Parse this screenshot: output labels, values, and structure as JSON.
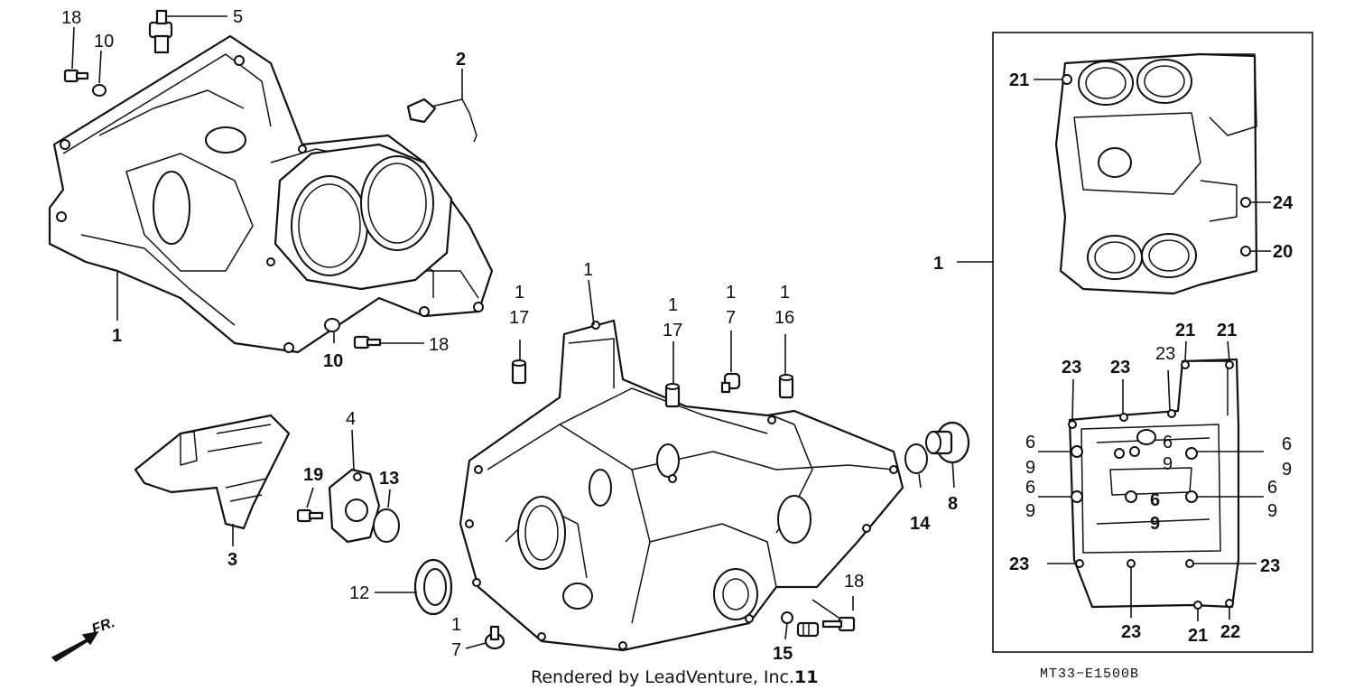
{
  "diagram": {
    "caption": "Rendered by LeadVenture, Inc.",
    "caption_suffix": "11",
    "code": "MT33−E1500B",
    "front_indicator": "FR.",
    "labels": {
      "upper_left": [
        "18",
        "10",
        "5",
        "2",
        "1",
        "10",
        "18"
      ],
      "parts_left": [
        "3",
        "19",
        "4",
        "13",
        "12",
        "1",
        "7"
      ],
      "lower_center": [
        "1",
        "1",
        "17",
        "1",
        "17",
        "1",
        "7",
        "1",
        "16",
        "14",
        "8",
        "18",
        "15"
      ],
      "inset_top": [
        "21",
        "24",
        "20"
      ],
      "inset_left": "1",
      "inset_bottom": [
        "23",
        "23",
        "23",
        "21",
        "21",
        "6",
        "9",
        "6",
        "9",
        "6",
        "9",
        "6",
        "9",
        "6",
        "9",
        "6",
        "9",
        "23",
        "23",
        "23",
        "21",
        "22"
      ]
    }
  }
}
